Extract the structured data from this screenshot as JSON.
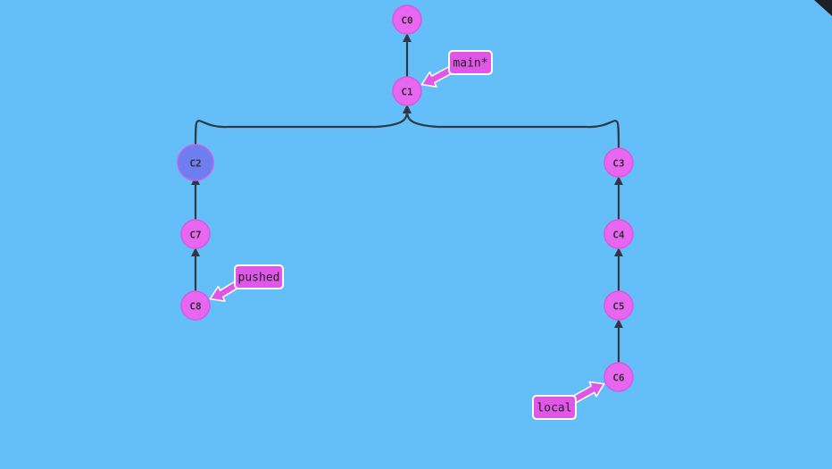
{
  "colors": {
    "background": "#64bff8",
    "commit_fill": "#e866f0",
    "commit_head_fill": "#6d7ef0",
    "branch_fill": "#e057e8",
    "edge": "#2f3a44"
  },
  "commits": [
    {
      "id": "C0",
      "label": "C0",
      "parent": null,
      "state": "normal"
    },
    {
      "id": "C1",
      "label": "C1",
      "parent": "C0",
      "state": "normal"
    },
    {
      "id": "C2",
      "label": "C2",
      "parent": "C1",
      "state": "head"
    },
    {
      "id": "C3",
      "label": "C3",
      "parent": "C1",
      "state": "normal"
    },
    {
      "id": "C4",
      "label": "C4",
      "parent": "C3",
      "state": "normal"
    },
    {
      "id": "C5",
      "label": "C5",
      "parent": "C4",
      "state": "normal"
    },
    {
      "id": "C6",
      "label": "C6",
      "parent": "C5",
      "state": "normal"
    },
    {
      "id": "C7",
      "label": "C7",
      "parent": "C2",
      "state": "normal"
    },
    {
      "id": "C8",
      "label": "C8",
      "parent": "C7",
      "state": "normal"
    }
  ],
  "branches": [
    {
      "id": "main",
      "label": "main*",
      "target": "C1"
    },
    {
      "id": "pushed",
      "label": "pushed",
      "target": "C8"
    },
    {
      "id": "local",
      "label": "local",
      "target": "C6"
    }
  ]
}
